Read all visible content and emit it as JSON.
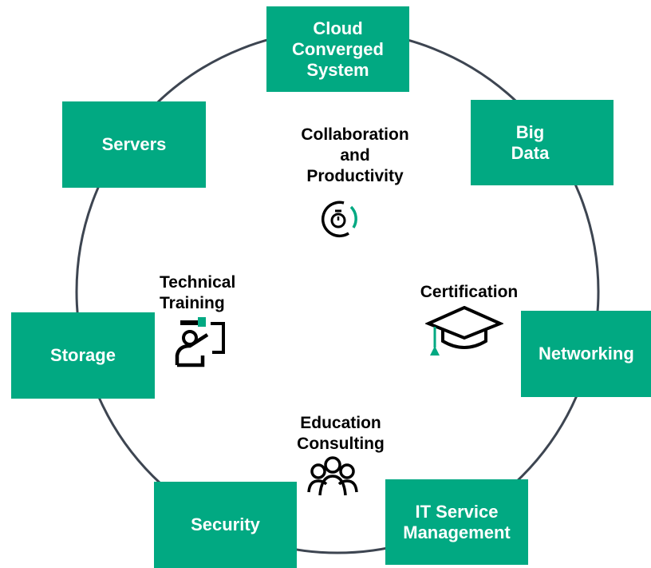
{
  "colors": {
    "accent": "#01a982",
    "ring": "#3d4551",
    "text": "#000000"
  },
  "outer_boxes": {
    "cloud": "Cloud\nConverged\nSystem",
    "big_data": "Big\nData",
    "servers": "Servers",
    "storage": "Storage",
    "networking": "Networking",
    "security": "Security",
    "it_service": "IT Service\nManagement"
  },
  "inner_labels": {
    "collaboration": "Collaboration\nand\nProductivity",
    "technical_training": "Technical\nTraining",
    "certification": "Certification",
    "education": "Education\nConsulting"
  },
  "icons": {
    "collaboration": "stopwatch-icon",
    "technical_training": "presenter-board-icon",
    "certification": "graduation-cap-icon",
    "education": "people-group-icon"
  }
}
